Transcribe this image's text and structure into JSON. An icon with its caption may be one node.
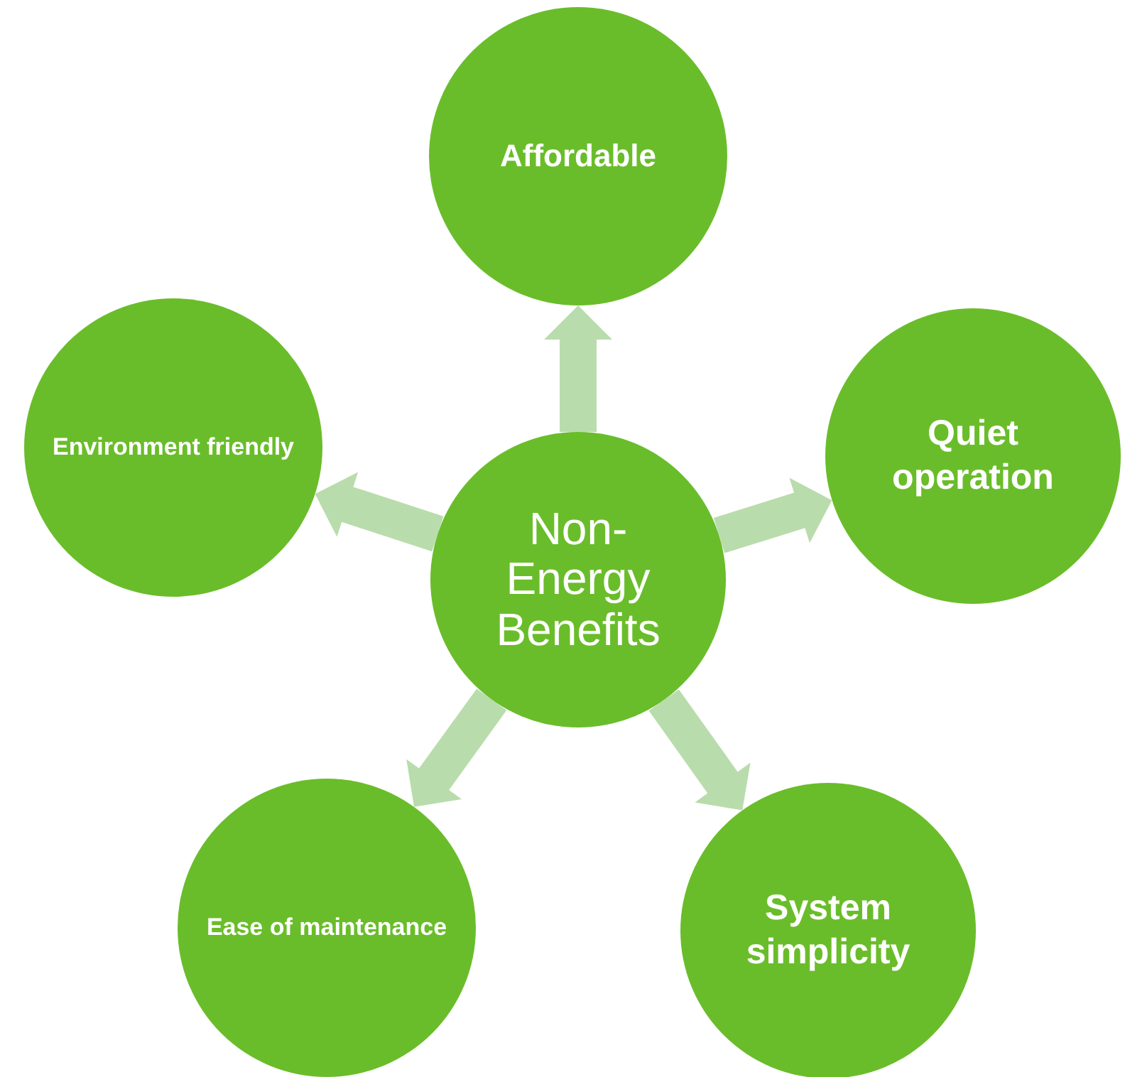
{
  "diagram": {
    "nodes": [
      {
        "text": [
          "Affordable"
        ]
      },
      {
        "text": [
          "Environment friendly"
        ]
      },
      {
        "text": [
          "Quiet operation"
        ]
      },
      {
        "text": [
          "Non-Energy Benefits"
        ]
      },
      {
        "text": [
          "Ease of maintenance"
        ]
      },
      {
        "text": [
          "System simplicity"
        ]
      }
    ],
    "edges": [
      {
        "from": 3,
        "to": 0,
        "arrow": "to"
      },
      {
        "from": 3,
        "to": 2,
        "arrow": "to"
      },
      {
        "from": 3,
        "to": 5,
        "arrow": "to"
      },
      {
        "from": 3,
        "to": 4,
        "arrow": "to"
      },
      {
        "from": 3,
        "to": 1,
        "arrow": "to"
      }
    ]
  }
}
